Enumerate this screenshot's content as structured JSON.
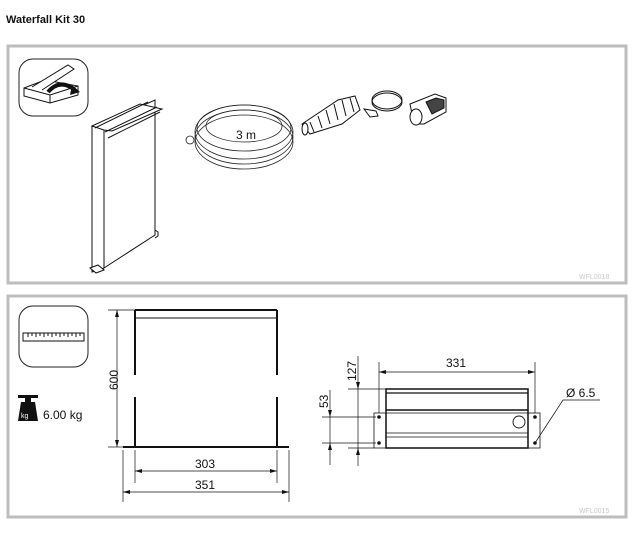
{
  "title": "Waterfall Kit 30",
  "contents_panel": {
    "hose_length": "3 m",
    "figure_code": "WFL0018",
    "icons": [
      "open-box-icon"
    ]
  },
  "dimensions_panel": {
    "weight": "6.00 kg",
    "weight_unit_badge": "kg",
    "height": "600",
    "inner_width": "303",
    "outer_width": "351",
    "top_width": "331",
    "depth": "127",
    "hole_spacing": "53",
    "hole_diameter": "Ø 6.5",
    "figure_code": "WFL0015",
    "icons": [
      "ruler-icon",
      "weight-icon"
    ]
  },
  "colors": {
    "border": "#bdbdbd",
    "line": "#111111",
    "code": "#c8c8c8"
  }
}
